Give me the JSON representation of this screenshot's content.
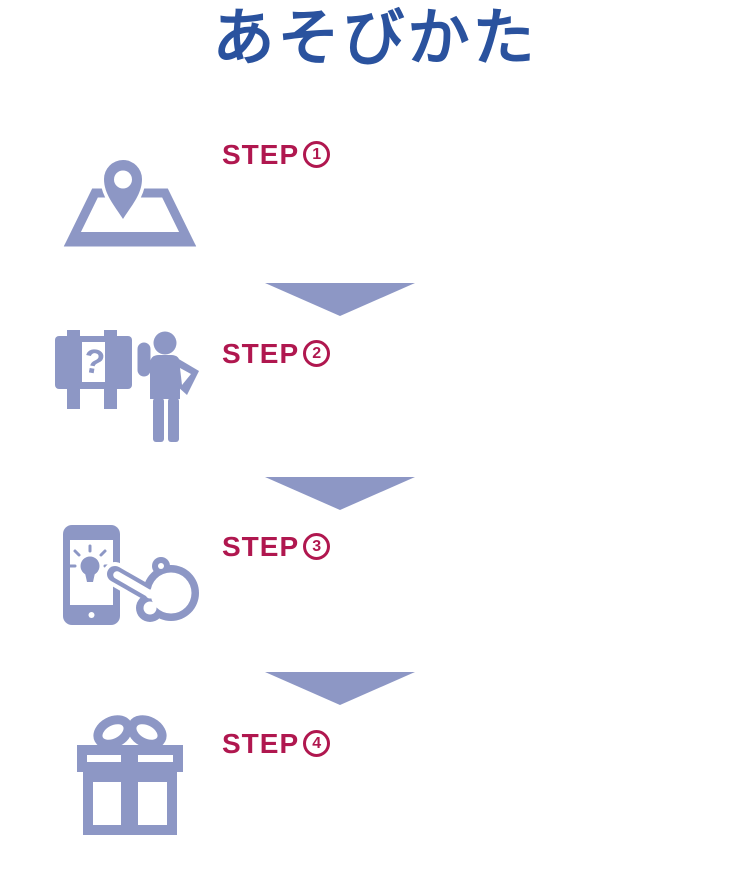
{
  "page": {
    "title": "あそびかた"
  },
  "colors": {
    "title_blue": "#2a529e",
    "step_crimson": "#b0174f",
    "icon_periwinkle": "#8d97c5"
  },
  "arrow_icon": "down-arrow",
  "steps": [
    {
      "label": "STEP",
      "number": "1",
      "icon": "map-location-icon"
    },
    {
      "label": "STEP",
      "number": "2",
      "icon": "signboard-person-icon",
      "signboard_text": "?"
    },
    {
      "label": "STEP",
      "number": "3",
      "icon": "smartphone-tap-icon"
    },
    {
      "label": "STEP",
      "number": "4",
      "icon": "gift-box-icon"
    }
  ]
}
